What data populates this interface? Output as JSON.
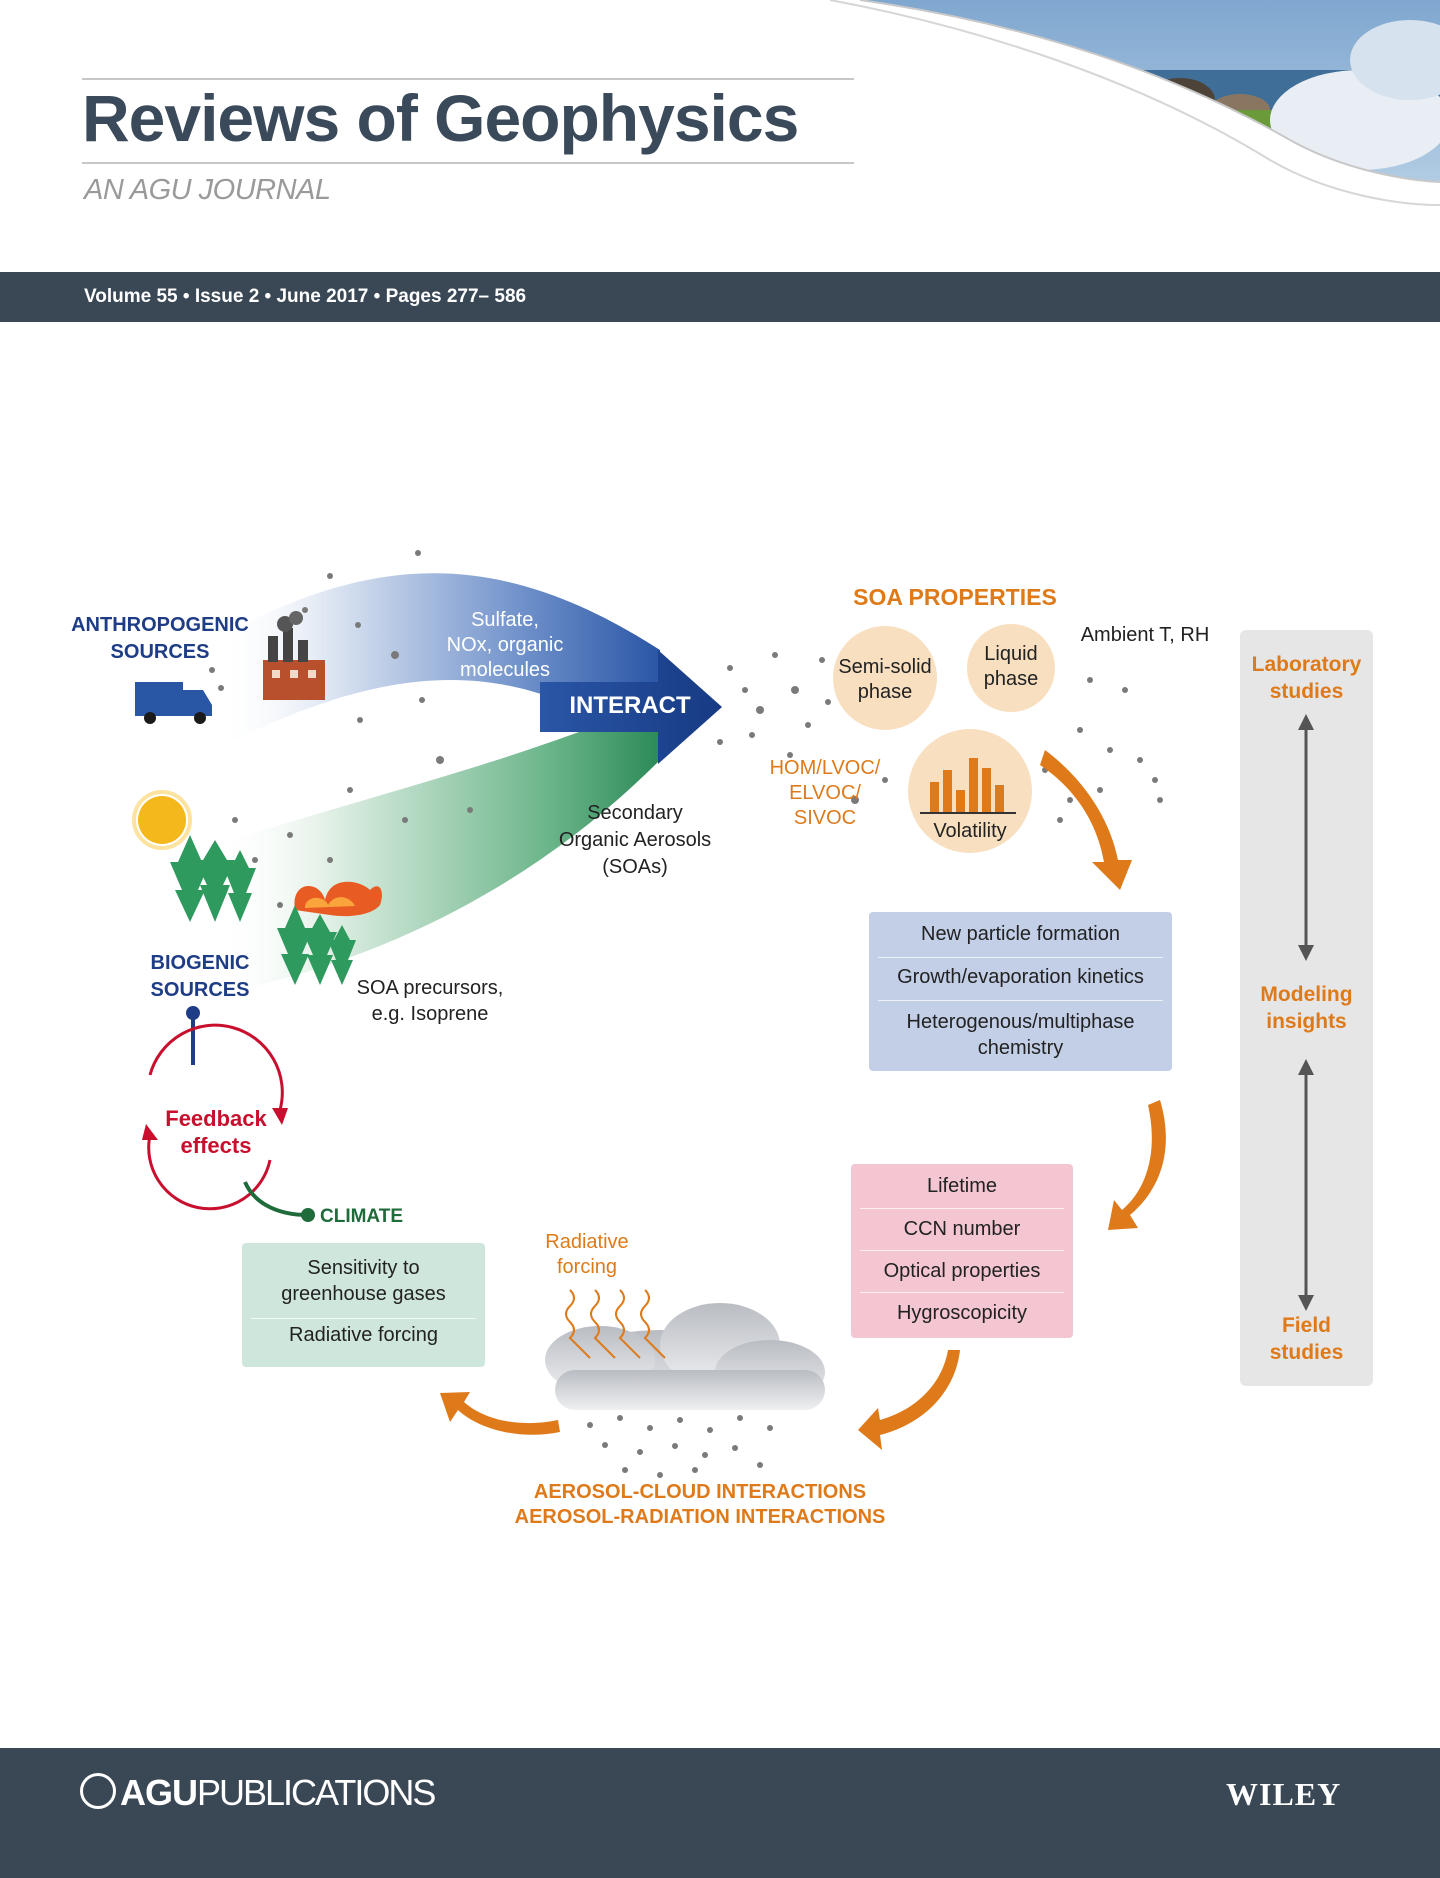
{
  "journal": {
    "title": "Reviews of Geophysics",
    "subtitle": "AN AGU JOURNAL",
    "issue_line": "Volume 55 • Issue 2 • June 2017 • Pages 277– 586"
  },
  "diagram": {
    "anthropogenic_label": "ANTHROPOGENIC\nSOURCES",
    "biogenic_label": "BIOGENIC\nSOURCES",
    "pollutants_label": "Sulfate,\nNOx, organic\nmolecules",
    "interact_label": "INTERACT",
    "soa_label": "Secondary\nOrganic Aerosols\n(SOAs)",
    "precursors_label": "SOA precursors,\ne.g. Isoprene",
    "soa_properties_title": "SOA PROPERTIES",
    "semi_solid_label": "Semi-solid\nphase",
    "liquid_label": "Liquid\nphase",
    "volatility_label": "Volatility",
    "ambient_label": "Ambient T, RH",
    "voc_label": "HOM/LVOC/\nELVOC/\nSIVOC",
    "processes_box": [
      "New particle formation",
      "Growth/evaporation kinetics",
      "Heterogenous/multiphase\nchemistry"
    ],
    "properties_box": [
      "Lifetime",
      "CCN number",
      "Optical properties",
      "Hygroscopicity"
    ],
    "radiative_forcing_label": "Radiative\nforcing",
    "interactions_label": "AEROSOL-CLOUD INTERACTIONS\nAEROSOL-RADIATION INTERACTIONS",
    "climate_label": "CLIMATE",
    "climate_box": [
      "Sensitivity to\ngreenhouse gases",
      "Radiative forcing"
    ],
    "feedback_label": "Feedback\neffects",
    "side_panel": {
      "lab_label": "Laboratory\nstudies",
      "model_label": "Modeling\ninsights",
      "field_label": "Field\nstudies"
    },
    "colors": {
      "navy": "#1e3d86",
      "orange": "#de7a1a",
      "feedback_red": "#c8102e",
      "climate_green": "#1f6b3a",
      "blue_box": "#c3cfe7",
      "pink_box": "#f3c6d2",
      "green_box": "#cfe6dc",
      "side_panel": "#e6e6e6"
    }
  },
  "footer": {
    "agu_brand": "AGU",
    "agu_publications": "PUBLICATIONS",
    "wiley": "WILEY"
  }
}
